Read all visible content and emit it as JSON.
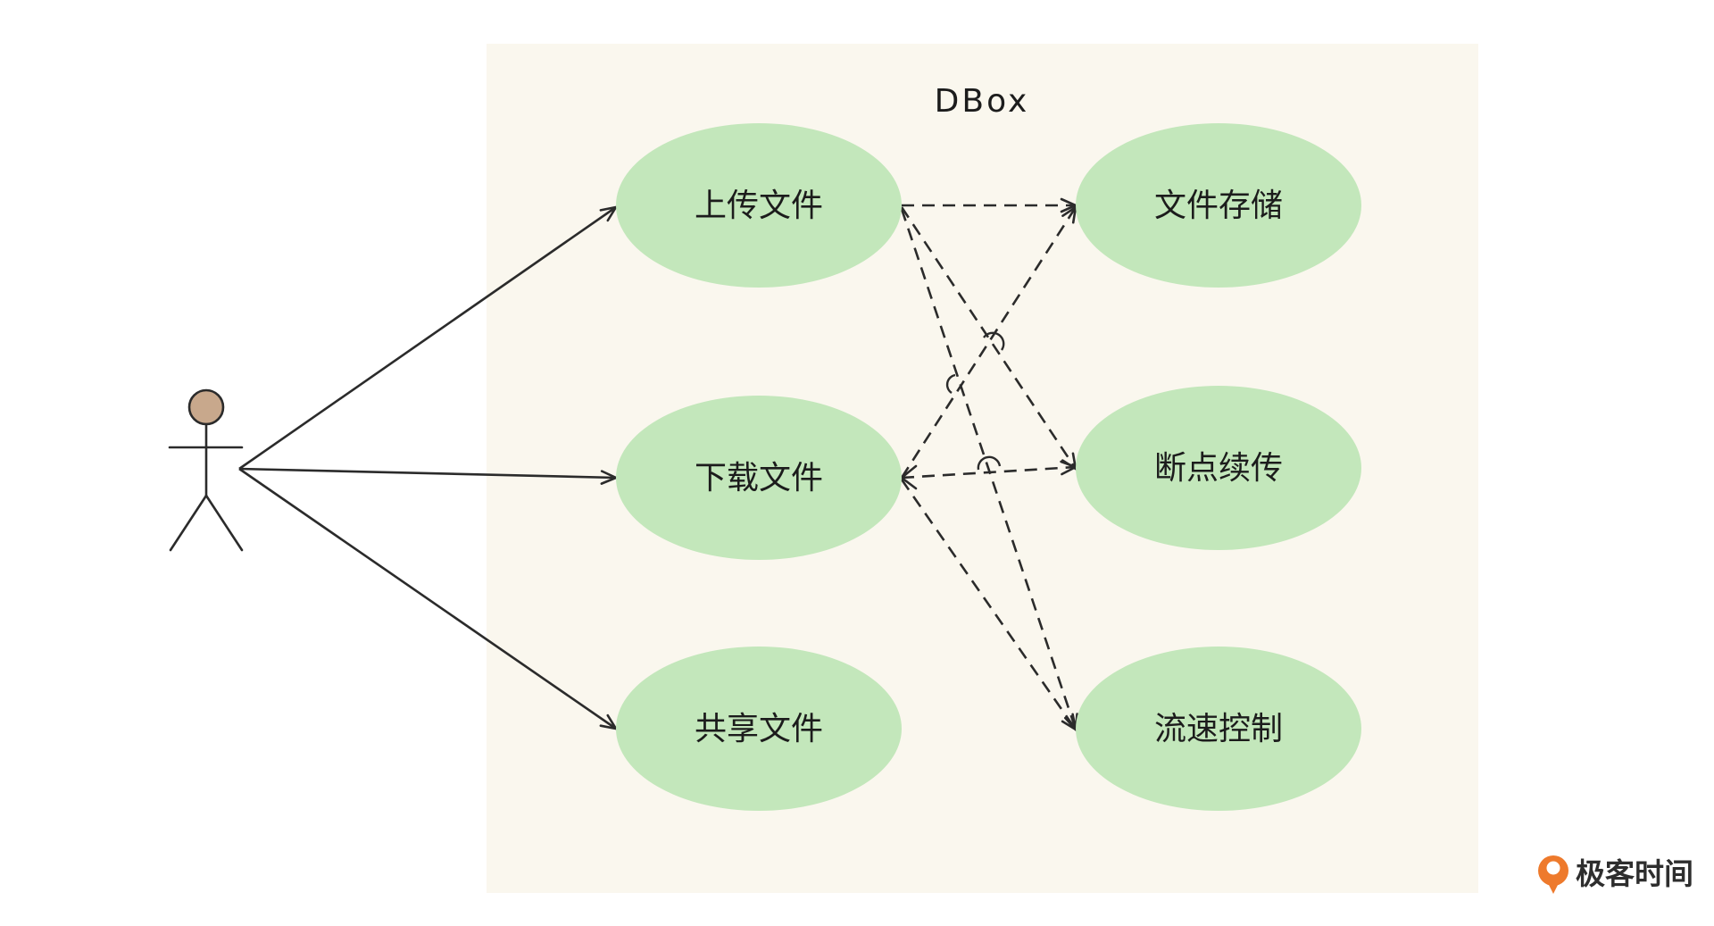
{
  "system": {
    "title": "DBox"
  },
  "actor": {
    "label": ""
  },
  "use_cases": {
    "upload": "上传文件",
    "download": "下载文件",
    "share": "共享文件",
    "storage": "文件存储",
    "resume": "断点续传",
    "flow_control": "流速控制"
  },
  "relations": [
    {
      "from": "actor",
      "to": "upload",
      "style": "solid"
    },
    {
      "from": "actor",
      "to": "download",
      "style": "solid"
    },
    {
      "from": "actor",
      "to": "share",
      "style": "solid"
    },
    {
      "from": "upload",
      "to": "storage",
      "style": "dashed"
    },
    {
      "from": "upload",
      "to": "resume",
      "style": "dashed"
    },
    {
      "from": "upload",
      "to": "flow_control",
      "style": "dashed"
    },
    {
      "from": "download",
      "to": "storage",
      "style": "dashed"
    },
    {
      "from": "download",
      "to": "resume",
      "style": "dashed"
    },
    {
      "from": "download",
      "to": "flow_control",
      "style": "dashed"
    }
  ],
  "brand": {
    "name": "极客时间"
  },
  "colors": {
    "system_background": "#faf7ee",
    "use_case_fill": "#c3e7bb",
    "actor_head": "#c8a88c",
    "line": "#2b2b2b",
    "brand_orange": "#ee7a2c"
  }
}
